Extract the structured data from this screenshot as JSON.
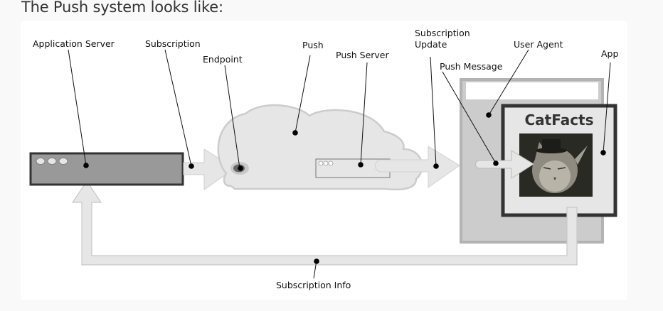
{
  "heading": "The Push system looks like:",
  "diagram": {
    "labels": {
      "application_server": "Application Server",
      "subscription": "Subscription",
      "endpoint": "Endpoint",
      "push": "Push",
      "push_server": "Push Server",
      "subscription_update_line1": "Subscription",
      "subscription_update_line2": "Update",
      "push_message": "Push Message",
      "user_agent": "User Agent",
      "app": "App",
      "subscription_info": "Subscription Info"
    },
    "app_title": "CatFacts",
    "colors": {
      "server_fill": "#999999",
      "server_border": "#333333",
      "arrow_fill": "#e6e6e6",
      "arrow_stroke": "#cccccc",
      "cloud_fill": "#e6e6e6",
      "cloud_stroke": "#cccccc",
      "user_agent_fill": "#cccccc",
      "user_agent_border": "#b3b3b3",
      "app_border": "#333333",
      "app_fill": "#e6e6e6"
    }
  }
}
